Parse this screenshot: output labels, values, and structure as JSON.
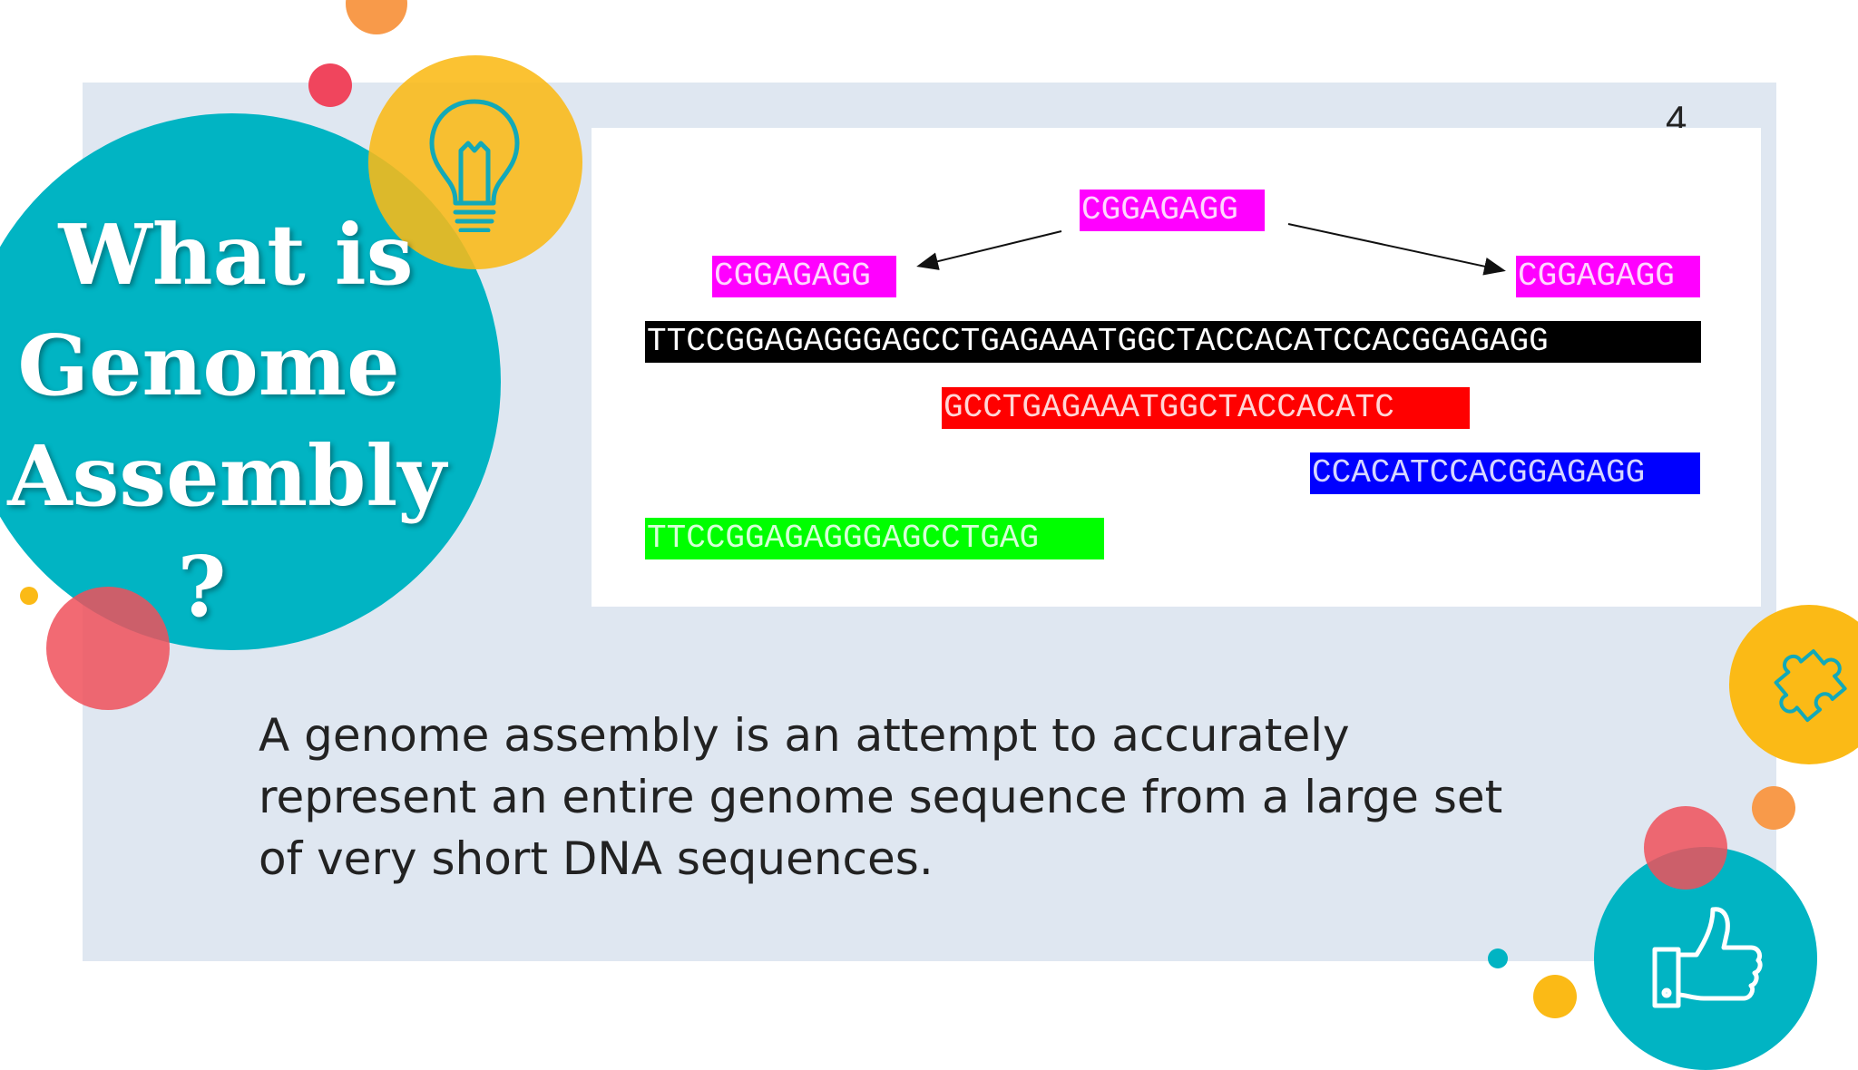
{
  "slide": {
    "title_lines": [
      "What is",
      "Genome",
      "Assembly",
      "?"
    ],
    "page_number": "4",
    "body": [
      "A genome assembly is an attempt to accurately",
      "represent an entire genome sequence from a large set",
      "of very short DNA sequences."
    ]
  },
  "figure": {
    "reads": [
      {
        "id": "top",
        "text": "CGGAGAGG",
        "bg": "#ff00ff",
        "fg": "#ffd6ff"
      },
      {
        "id": "left",
        "text": "CGGAGAGG",
        "bg": "#ff00ff",
        "fg": "#ffd6ff"
      },
      {
        "id": "right",
        "text": "CGGAGAGG",
        "bg": "#ff00ff",
        "fg": "#ffd6ff"
      },
      {
        "id": "reference",
        "text": "TTCCGGAGAGGGAGCCTGAGAAATGGCTACCACATCCACGGAGAGG",
        "bg": "#000000",
        "fg": "#ffffff"
      },
      {
        "id": "red",
        "text": "GCCTGAGAAATGGCTACCACATC",
        "bg": "#ff0000",
        "fg": "#ffd6d6"
      },
      {
        "id": "blue",
        "text": "CCACATCCACGGAGAGG",
        "bg": "#0000ff",
        "fg": "#d6d6ff"
      },
      {
        "id": "green",
        "text": "TTCCGGAGAGGGAGCCTGAG",
        "bg": "#00ff00",
        "fg": "#d6ffd6"
      }
    ]
  },
  "decor": {
    "teal": "#01b4c3",
    "yellow": "#fbba16",
    "coral": "#f05a5b",
    "orange": "#f89a4a",
    "icons": [
      "lightbulb-icon",
      "puzzle-icon",
      "thumbs-up-icon"
    ]
  }
}
